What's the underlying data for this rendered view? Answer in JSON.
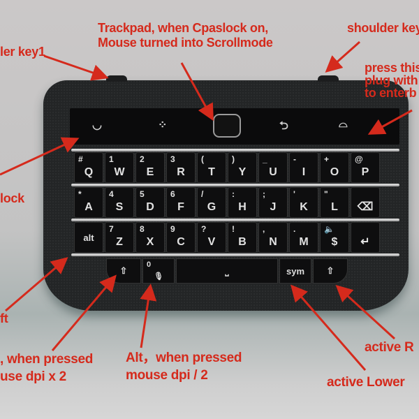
{
  "annotations": {
    "shoulder1": "ler key1",
    "trackpad": [
      "Trackpad, when Cpaslock on,",
      "Mouse turned into Scrollmode"
    ],
    "shoulder2": "shoulder key",
    "plug": [
      "press this",
      "plug with",
      "to enterb"
    ],
    "capslock": "lock",
    "shift": "ft",
    "shift_dpi": [
      ", when pressed",
      "use dpi x 2"
    ],
    "alt_dpi": [
      "Alt，when pressed",
      "mouse dpi / 2"
    ],
    "raise": "active R",
    "lower": "active Lower"
  },
  "colors": {
    "annotation": "#d52a1c",
    "body": "#232526",
    "key": "#0e0e0f"
  },
  "screen_keys": {
    "call": "◡",
    "bb": "⁘",
    "back": "⮌",
    "end": "⌓"
  },
  "keyboard": {
    "rows": [
      [
        {
          "m": "Q",
          "a": "#"
        },
        {
          "m": "W",
          "a": "1"
        },
        {
          "m": "E",
          "a": "2"
        },
        {
          "m": "R",
          "a": "3"
        },
        {
          "m": "T",
          "a": "("
        },
        {
          "m": "Y",
          "a": ")"
        },
        {
          "m": "U",
          "a": "_"
        },
        {
          "m": "I",
          "a": "-"
        },
        {
          "m": "O",
          "a": "+"
        },
        {
          "m": "P",
          "a": "@"
        }
      ],
      [
        {
          "m": "A",
          "a": "*"
        },
        {
          "m": "S",
          "a": "4"
        },
        {
          "m": "D",
          "a": "5"
        },
        {
          "m": "F",
          "a": "6"
        },
        {
          "m": "G",
          "a": "/"
        },
        {
          "m": "H",
          "a": ":"
        },
        {
          "m": "J",
          "a": ";"
        },
        {
          "m": "K",
          "a": "'"
        },
        {
          "m": "L",
          "a": "\""
        },
        {
          "m": "⌫",
          "a": ""
        }
      ],
      [
        {
          "m": "alt",
          "a": ""
        },
        {
          "m": "Z",
          "a": "7"
        },
        {
          "m": "X",
          "a": "8"
        },
        {
          "m": "C",
          "a": "9"
        },
        {
          "m": "V",
          "a": "?"
        },
        {
          "m": "B",
          "a": "!"
        },
        {
          "m": "N",
          "a": ","
        },
        {
          "m": "M",
          "a": "."
        },
        {
          "m": "$",
          "a": "🔈"
        },
        {
          "m": "↵",
          "a": ""
        }
      ]
    ],
    "bottom": {
      "shift_left": "⇧",
      "zero": "0",
      "mic": "🎙",
      "space": "⎵",
      "sym": "sym",
      "shift_right": "⇧"
    }
  }
}
